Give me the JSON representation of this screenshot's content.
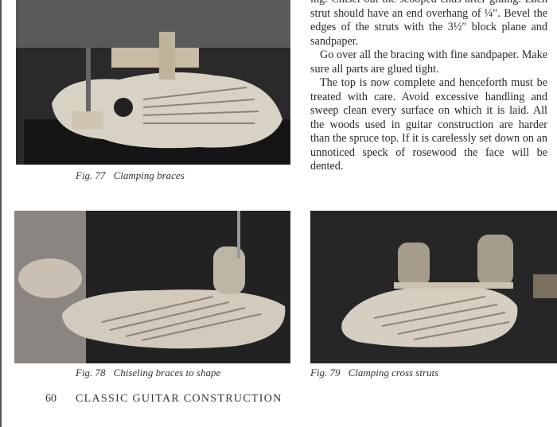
{
  "body_text": {
    "paragraphs": [
      "ing. Chisel out the scooped ends after gluing. Each strut should have an end overhang of ¼″. Bevel the edges of the struts with the 3½″ block plane and sandpaper.",
      "Go over all the bracing with fine sandpaper. Make sure all parts are glued tight.",
      "The top is now complete and henceforth must be treated with care. Avoid excessive handling and sweep clean every surface on which it is laid. All the woods used in guitar construction are harder than the spruce top. If it is carelessly set down on an unnoticed speck of rosewood the face will be dented."
    ]
  },
  "figures": [
    {
      "number": "Fig. 77",
      "caption": "Clamping braces"
    },
    {
      "number": "Fig. 78",
      "caption": "Chiseling braces to shape"
    },
    {
      "number": "Fig. 79",
      "caption": "Clamping cross struts"
    }
  ],
  "footer": {
    "page_number": "60",
    "running_title": "CLASSIC GUITAR CONSTRUCTION"
  }
}
